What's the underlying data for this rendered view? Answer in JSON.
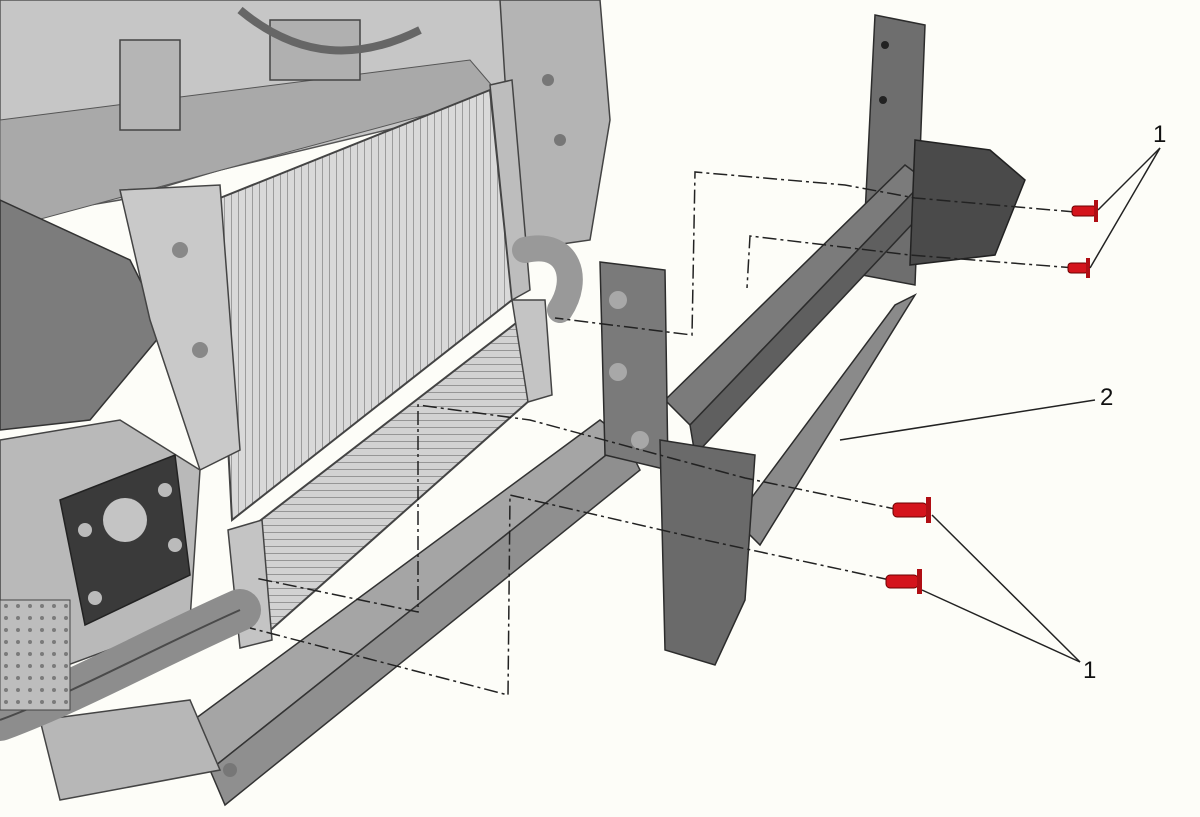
{
  "diagram": {
    "background": "#fdfdf8",
    "part_color": "#8a8a8a",
    "dark_part_color": "#3f3f3f",
    "fastener_color": "#d4141c",
    "callouts": {
      "fastener": "1",
      "lower_fastener": "1",
      "bracket": "2"
    }
  }
}
